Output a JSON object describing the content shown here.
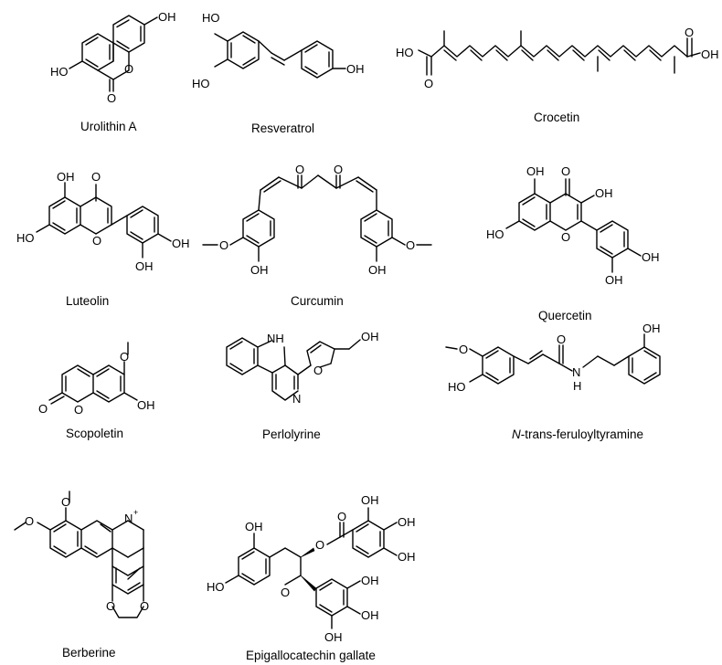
{
  "figure": {
    "compounds": [
      {
        "name": "Urolithin A"
      },
      {
        "name": "Resveratrol"
      },
      {
        "name": "Crocetin"
      },
      {
        "name": "Luteolin"
      },
      {
        "name": "Curcumin"
      },
      {
        "name": "Quercetin"
      },
      {
        "name": "Scopoletin"
      },
      {
        "name": "Perlolyrine"
      },
      {
        "name_prefix": "N",
        "name_rest": "-trans-feruloyltyramine"
      },
      {
        "name": "Berberine"
      },
      {
        "name": "Epigallocatechin gallate"
      }
    ],
    "atom_labels": {
      "OH": "OH",
      "HO": "HO",
      "O": "O",
      "N": "N",
      "H": "H",
      "NH": "NH",
      "plus": "+"
    }
  }
}
